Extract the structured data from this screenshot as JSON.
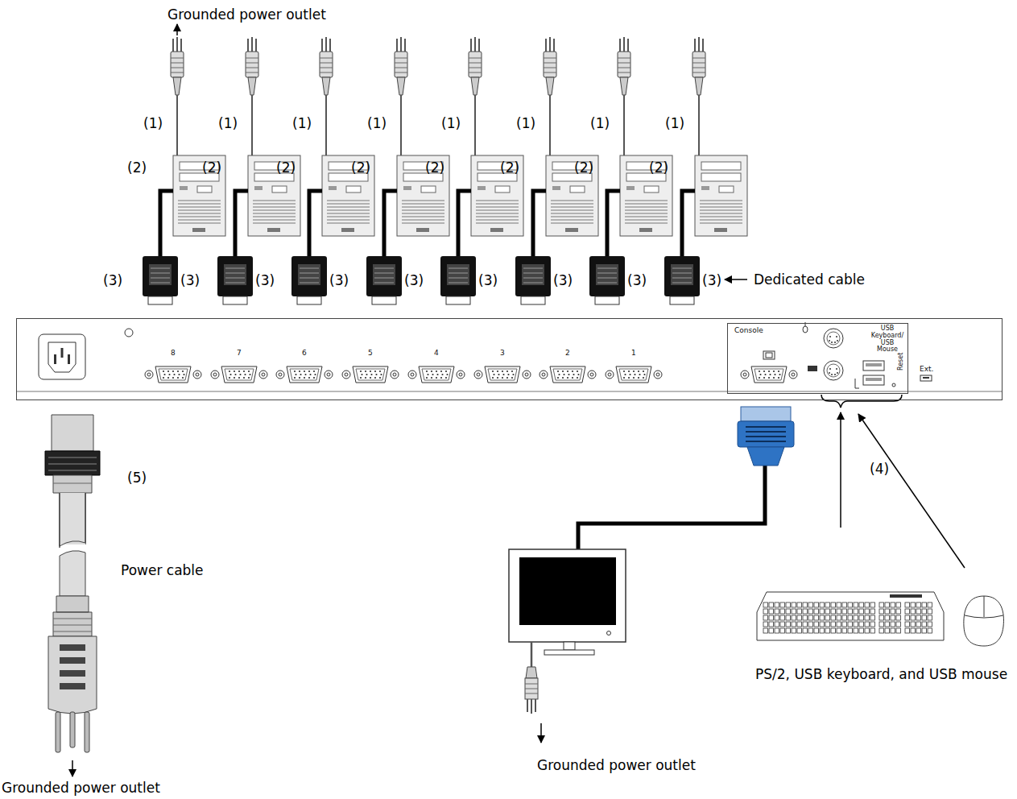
{
  "diagram": {
    "nodes": [
      {
        "text": [
          "8",
          "7",
          "6",
          "5",
          "4",
          "3",
          "2",
          "1",
          "Ext."
        ]
      },
      {
        "text": [
          "Console",
          "USB Keyboard/ USB Mouse",
          "Reset"
        ],
        "in": 0
      }
    ],
    "labels": [
      "Grounded power outlet",
      "(1)",
      "(1)",
      "(1)",
      "(1)",
      "(1)",
      "(1)",
      "(1)",
      "(1)",
      "(2)",
      "(2)",
      "(2)",
      "(2)",
      "(2)",
      "(2)",
      "(2)",
      "(2)",
      "(3)",
      "(3)",
      "(3)",
      "(3)",
      "(3)",
      "(3)",
      "(3)",
      "(3)",
      "(3)",
      "Dedicated cable",
      "(5)",
      "(4)",
      "Power cable",
      "PS/2, USB keyboard, and USB mouse",
      "Grounded power outlet",
      "Grounded power outlet"
    ]
  }
}
